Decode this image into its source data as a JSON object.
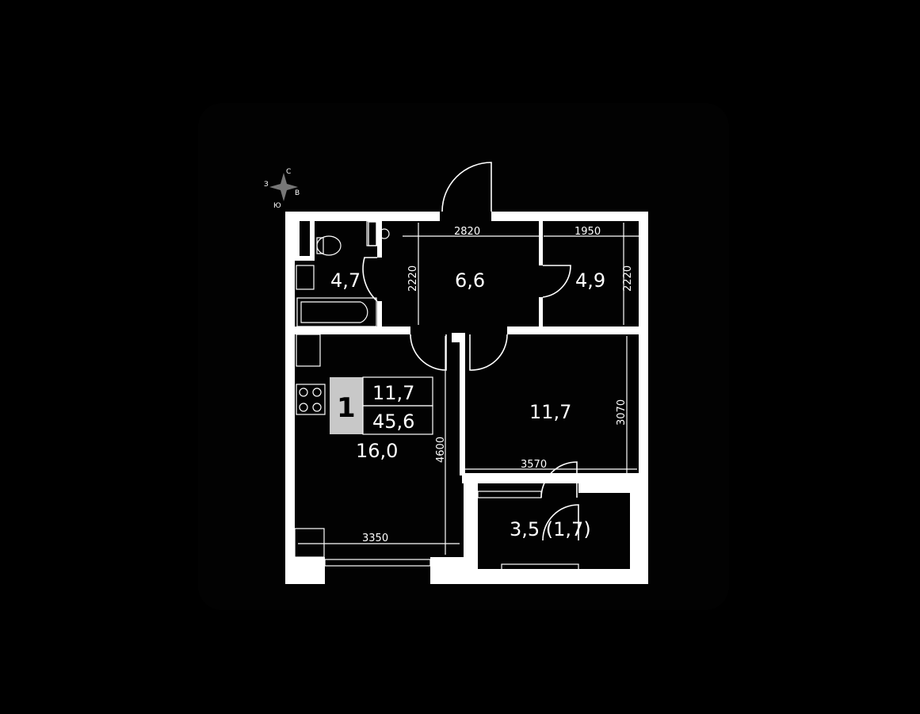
{
  "plan": {
    "rooms": {
      "bathroom": "4,7",
      "hall": "6,6",
      "closet": "4,9",
      "bedroom": "11,7",
      "kitchen_living": "16,0",
      "balcony": "3,5 (1,7)"
    },
    "dimensions": {
      "hall_width": "2820",
      "closet_width": "1950",
      "hall_depth": "2220",
      "closet_depth": "2220",
      "bedroom_depth": "3070",
      "bedroom_width": "3570",
      "kitchen_depth": "4600",
      "kitchen_width": "3350"
    },
    "legend": {
      "rooms_count": "1",
      "living_area": "11,7",
      "total_area": "45,6"
    },
    "compass": {
      "north": "С",
      "west": "З",
      "east": "В",
      "south": "Ю"
    }
  }
}
